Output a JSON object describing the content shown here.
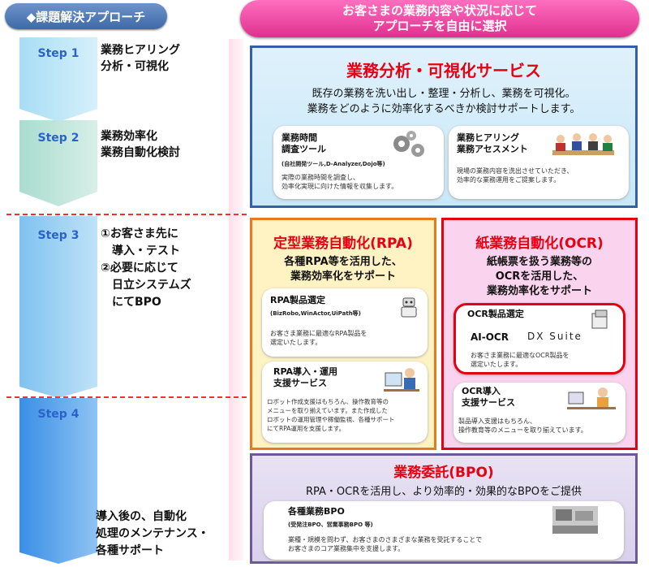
{
  "left_header": "◆課題解決アプローチ",
  "right_header": {
    "line1": "お客さまの業務内容や状況に応じて",
    "line2": "アプローチを自由に選択"
  },
  "steps": [
    {
      "label": "Step 1",
      "desc": [
        "業務ヒアリング",
        "分析・可視化"
      ]
    },
    {
      "label": "Step 2",
      "desc": [
        "業務効率化",
        "業務自動化検討"
      ]
    },
    {
      "label": "Step 3",
      "desc": [
        "①お客さま先に",
        "　導入・テスト",
        "②必要に応じて",
        "　日立システムズ",
        "　にてBPO"
      ]
    },
    {
      "label": "Step 4",
      "desc": [
        "導入後の、自動化",
        "処理のメンテナンス・",
        "各種サポート"
      ]
    }
  ],
  "analysis": {
    "title": "業務分析・可視化サービス",
    "desc1": "既存の業務を洗い出し・整理・分析し、業務を可視化。",
    "desc2": "業務をどのように効率化するべきか検討サポートします。",
    "card1": {
      "title1": "業務時間",
      "title2": "調査ツール",
      "sub": "(自社開発ツール,D-Analyzer,Dojo等)",
      "desc1": "実際の業務時間を調査し、",
      "desc2": "効率化実現に向けた情報を収集します。"
    },
    "card2": {
      "title1": "業務ヒアリング",
      "title2": "業務アセスメント",
      "desc1": "現場の業務内容を洗出させていただき、",
      "desc2": "効率的な業務運用をご提案します。"
    }
  },
  "rpa": {
    "title": "定型業務自動化(RPA)",
    "desc1": "各種RPA等を活用した、",
    "desc2": "業務効率化をサポート",
    "card1": {
      "title": "RPA製品選定",
      "sub": "(BizRobo,WinActor,UiPath等)",
      "desc1": "お客さま業務に最適なRPA製品を",
      "desc2": "選定いたします。"
    },
    "card2": {
      "title1": "RPA導入・運用",
      "title2": "支援サービス",
      "desc1": "ロボット作成支援はもちろん、操作教育等の",
      "desc2": "メニューを取り揃えています。また作成した",
      "desc3": "ロボットの運用管理や稼働監視、各種サポート",
      "desc4": "にてRPA運用を支援します。"
    }
  },
  "ocr": {
    "title": "紙業務自動化(OCR)",
    "desc1": "紙帳票を扱う業務等の",
    "desc2": "OCRを活用した、",
    "desc3": "業務効率化をサポート",
    "card1": {
      "title": "OCR製品選定",
      "p1": "AI-OCR",
      "p2": "DX Suite",
      "desc1": "お客さま業務に最適なOCR製品を",
      "desc2": "選定いたします。"
    },
    "card2": {
      "title1": "OCR導入",
      "title2": "支援サービス",
      "desc1": "製品導入支援はもちろん、",
      "desc2": "操作教育等のメニューを取り揃えています。"
    }
  },
  "bpo": {
    "title": "業務委託(BPO)",
    "desc": "RPA・OCRを活用し、より効率的・効果的なBPOをご提供",
    "card": {
      "title": "各種業務BPO",
      "sub": "(受発注BPO、営業事務BPO 等)",
      "desc1": "業種・規模を問わず、お客さまのさまざまな業務を受託することで",
      "desc2": "お客さまのコア業務集中を支援します。"
    }
  },
  "colors": {
    "blue_border": "#3460a8",
    "red": "#e60012",
    "orange_border": "#e87a1e",
    "purple_border": "#6a5a9a",
    "pink": "#e0308f"
  }
}
